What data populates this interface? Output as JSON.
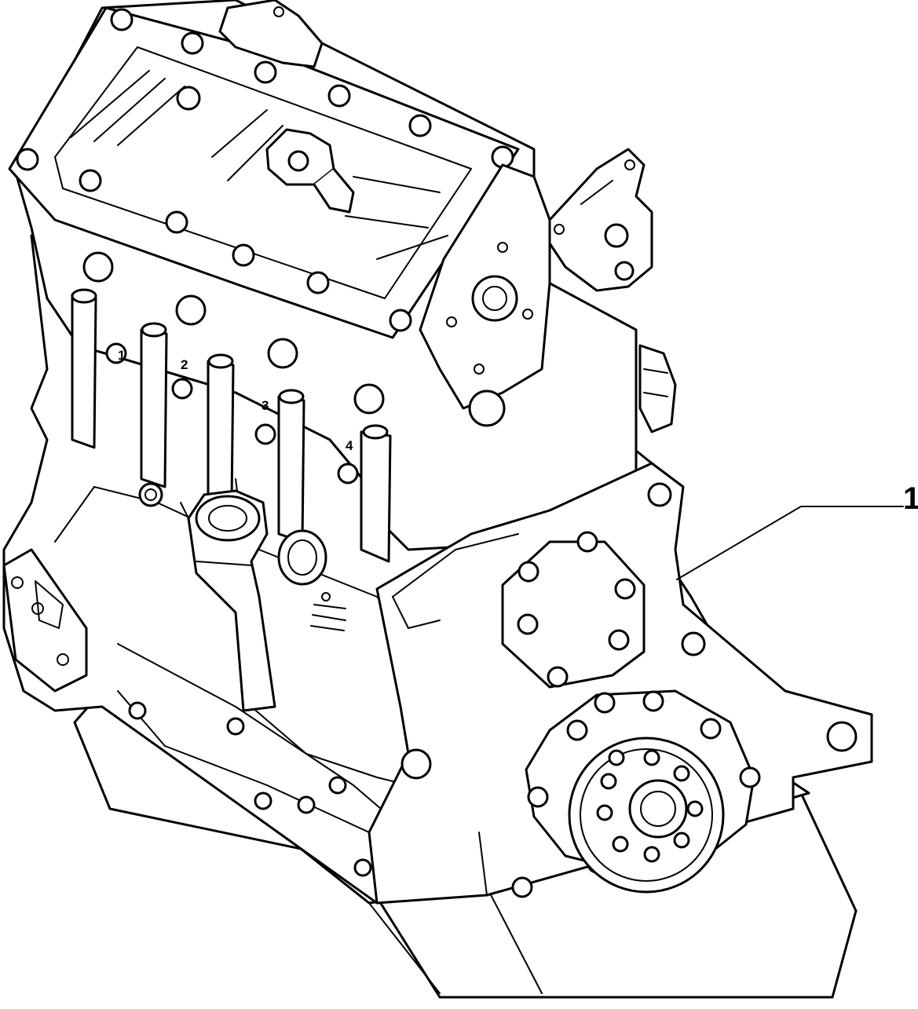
{
  "drawing": {
    "subject": "engine-assembly",
    "callouts": [
      {
        "id": "callout-1",
        "label": "1"
      }
    ],
    "cylinder_labels": [
      "1",
      "2",
      "3",
      "4"
    ]
  }
}
